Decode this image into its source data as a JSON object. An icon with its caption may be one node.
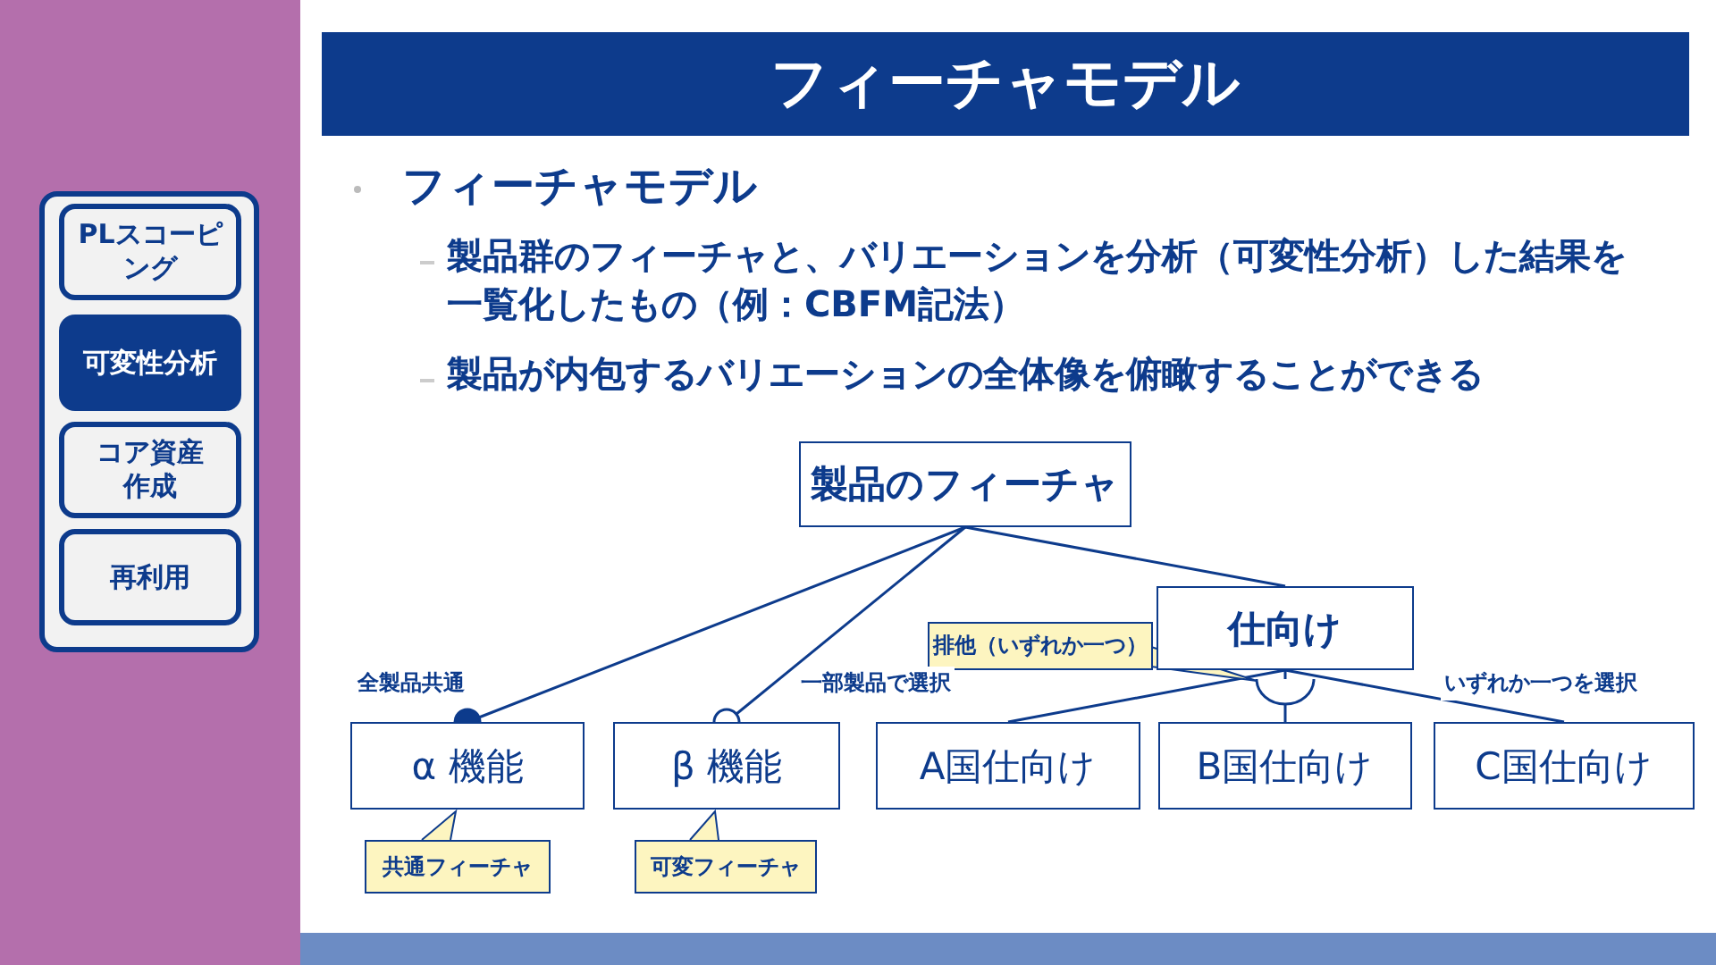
{
  "diagram": {
    "title": "フィーチャモデル",
    "nodes": [
      {
        "text": [],
        "shape": "box"
      },
      {
        "text": [
          "PLスコーピング"
        ],
        "in": 0
      },
      {
        "text": [
          "可変性分析"
        ],
        "in": 0
      },
      {
        "text": [
          "コア資産作成"
        ],
        "in": 0
      },
      {
        "text": [
          "再利用"
        ],
        "in": 0
      },
      {
        "text": [
          "製品のフィーチャ"
        ]
      },
      {
        "text": [
          "仕向け"
        ]
      },
      {
        "text": [
          "α 機能"
        ]
      },
      {
        "text": [
          "β 機能"
        ]
      },
      {
        "text": [
          "A国仕向け"
        ]
      },
      {
        "text": [
          "B国仕向け"
        ]
      },
      {
        "text": [
          "C国仕向け"
        ]
      },
      {
        "text": [
          "共通フィーチャ"
        ]
      },
      {
        "text": [
          "可変フィーチャ"
        ]
      },
      {
        "text": [
          "排他（いずれか一つ）"
        ]
      }
    ],
    "edges": [
      {
        "from": 5,
        "to": 7,
        "arrow": "other",
        "label": "全製品共通"
      },
      {
        "from": 5,
        "to": 8,
        "arrow": "other",
        "label": "一部製品で選択"
      },
      {
        "from": 5,
        "to": 6,
        "arrow": "none"
      },
      {
        "from": 6,
        "to": 9,
        "arrow": "none"
      },
      {
        "from": 6,
        "to": 10,
        "arrow": "none"
      },
      {
        "from": 6,
        "to": 11,
        "arrow": "none",
        "label": "いずれか一つを選択"
      }
    ],
    "labels": [
      "フィーチャモデル",
      "製品群のフィーチャと、バリエーションを分析（可変性分析）した結果を一覧化したもの（例：CBFM記法）",
      "製品が内包するバリエーションの全体像を俯瞰することができる"
    ]
  }
}
